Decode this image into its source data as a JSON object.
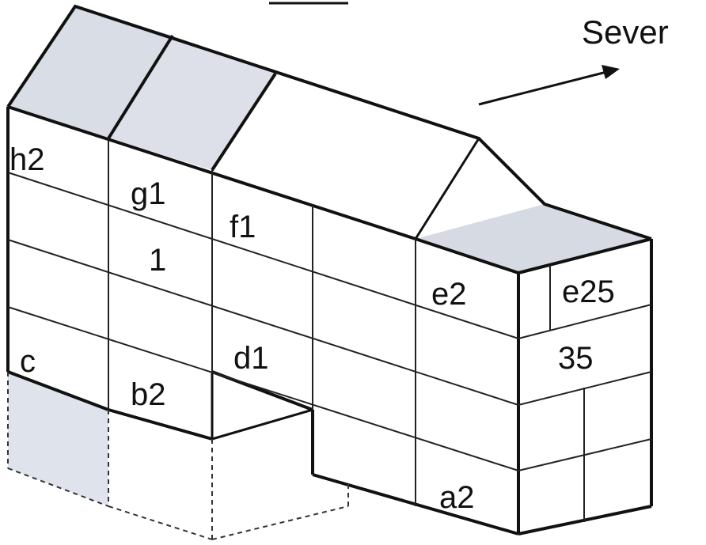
{
  "direction": {
    "label": "Sever"
  },
  "labels": {
    "h2": "h2",
    "g1": "g1",
    "f1": "f1",
    "one": "1",
    "e2": "e2",
    "e25": "e25",
    "thirty_five": "35",
    "c": "c",
    "b2": "b2",
    "d1": "d1",
    "a2": "a2"
  },
  "colors": {
    "shaded_face": "#d9dde6",
    "outline": "#111111",
    "grid_line": "#222222",
    "background": "#ffffff"
  }
}
